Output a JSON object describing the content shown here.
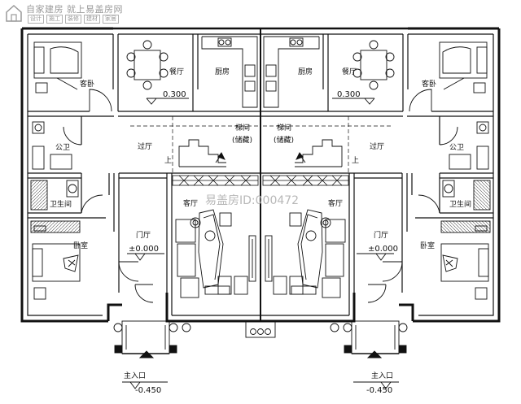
{
  "watermark": {
    "brand": "自家建房 就上易盖房网",
    "tags": [
      "设计",
      "施工",
      "装修",
      "建材",
      "家居"
    ],
    "center": "易盖房ID:000472"
  },
  "rooms": {
    "left": {
      "guest_bedroom": "客卧",
      "dining": "餐厅",
      "kitchen": "厨房",
      "stair": "梯间",
      "storage": "(储藏)",
      "hall": "过厅",
      "public_wc": "公卫",
      "bathroom": "卫生间",
      "living": "客厅",
      "foyer": "门厅",
      "bedroom": "卧室",
      "entrance": "主入口",
      "up": "上"
    },
    "right": {
      "guest_bedroom": "客卧",
      "dining": "餐厅",
      "kitchen": "厨房",
      "stair": "梯间",
      "storage": "(储藏)",
      "hall": "过厅",
      "public_wc": "公卫",
      "bathroom": "卫生间",
      "living": "客厅",
      "foyer": "门厅",
      "bedroom": "卧室",
      "entrance": "主入口",
      "up": "上"
    }
  },
  "levels": {
    "left_dining": "0.300",
    "right_dining": "0.300",
    "left_foyer": "±0.000",
    "right_foyer": "±0.000",
    "left_entrance": "-0.450",
    "right_entrance": "-0.450"
  }
}
